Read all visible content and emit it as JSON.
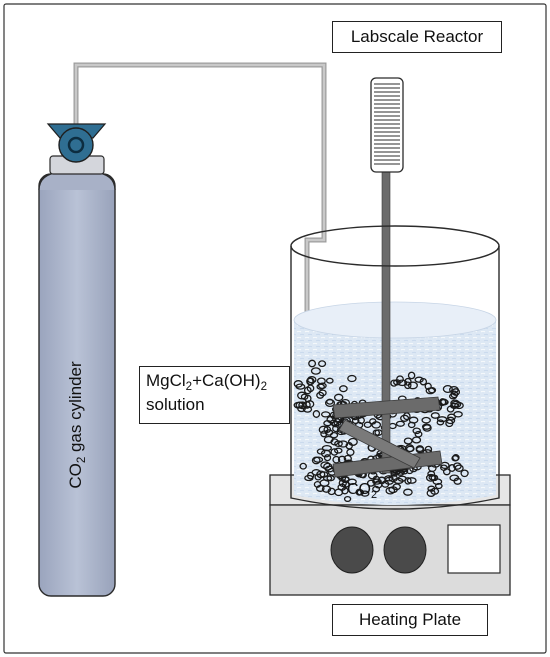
{
  "labels": {
    "reactor": "Labscale Reactor",
    "heating_plate": "Heating Plate",
    "solution_part1": "MgCl",
    "solution_sub1": "2",
    "solution_part2": "+Ca(OH)",
    "solution_sub2": "2",
    "solution_line2": "solution",
    "cylinder_part1": "CO",
    "cylinder_sub": "2",
    "cylinder_part2": " gas cylinder",
    "co2_main": "CO",
    "co2_sub": "2"
  },
  "colors": {
    "cylinder_fill": "#aeb7cc",
    "valve_fill": "#2f6e92",
    "pipe": "#b8b8b8",
    "liquid": "#dbe7f4",
    "stirrer": "#6b6b6b",
    "plate": "#dcdcdc",
    "knob": "#4a4a4a"
  }
}
